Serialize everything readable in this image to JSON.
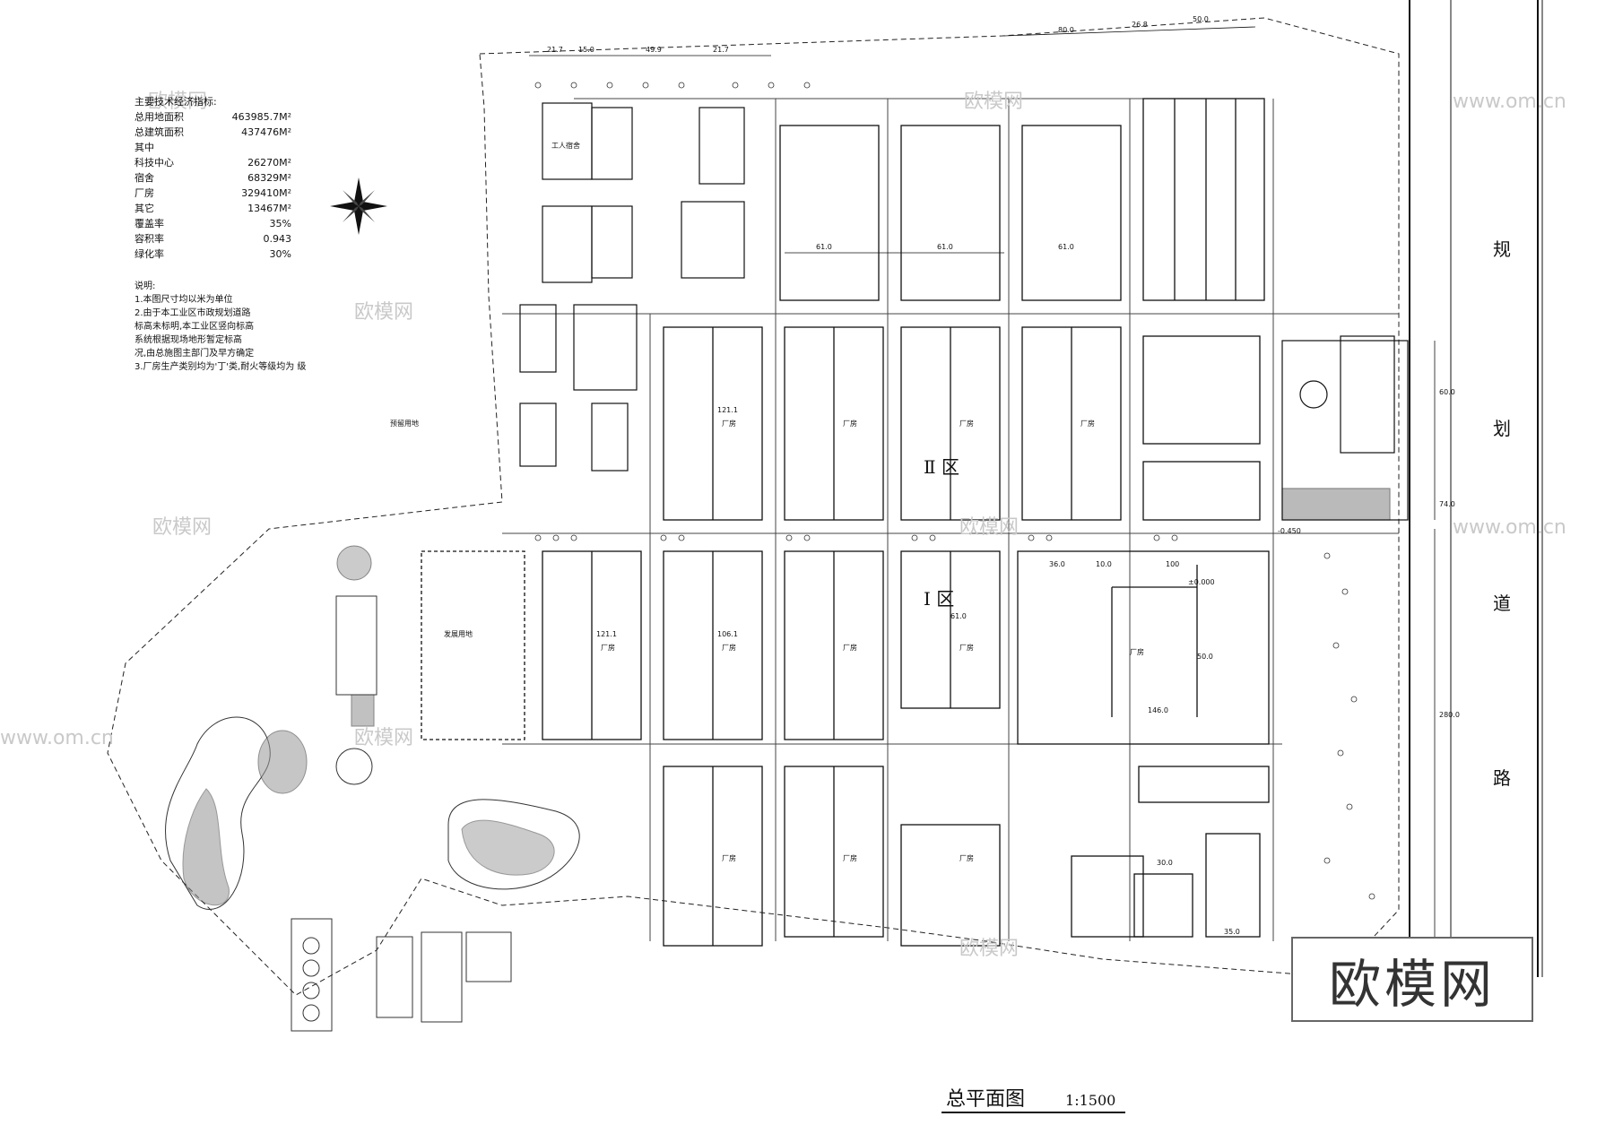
{
  "stats": {
    "heading": "主要技术经济指标:",
    "rows": [
      {
        "label": "总用地面积",
        "value": "463985.7M²"
      },
      {
        "label": "总建筑面积",
        "value": "437476M²"
      },
      {
        "label": "其中",
        "value": ""
      },
      {
        "label": "科技中心",
        "value": "26270M²"
      },
      {
        "label": "宿舍",
        "value": "68329M²"
      },
      {
        "label": "厂房",
        "value": "329410M²"
      },
      {
        "label": "其它",
        "value": "13467M²"
      },
      {
        "label": "覆盖率",
        "value": "35%"
      },
      {
        "label": "容积率",
        "value": "0.943"
      },
      {
        "label": "绿化率",
        "value": "30%"
      }
    ]
  },
  "notes": {
    "heading": "说明:",
    "lines": [
      "1.本图尺寸均以米为单位",
      "2.由于本工业区市政规划道路",
      "  标高未标明,本工业区竖向标高",
      "  系统根据现场地形暂定标高",
      "  况,由总施图主部门及早方确定",
      "3.厂房生产类别均为'丁'类,耐火等级均为  级"
    ]
  },
  "road": [
    "规",
    "划",
    "道",
    "路"
  ],
  "zones": {
    "zone2": "Ⅱ 区",
    "zone1": "Ⅰ 区"
  },
  "labels": {
    "factory": "厂房",
    "reserved": "预留用地",
    "dev_land": "发展用地",
    "dorm": "工人宿舍",
    "elevation_main": "±0.000",
    "elevation_side": "-0.450"
  },
  "dims": {
    "top": [
      "21.7",
      "15.0",
      "49.9",
      "21.7",
      "80.0",
      "26.8",
      "50.0"
    ],
    "cols": [
      "61.0",
      "61.0",
      "61.0",
      "61.0"
    ],
    "right": [
      "60.0",
      "74.0",
      "280.0"
    ],
    "row_heights": [
      "121.1",
      "121.1",
      "106.1"
    ],
    "block_d": [
      "36.0",
      "10.0",
      "100",
      "146.0",
      "50.0",
      "30.0",
      "35.0"
    ]
  },
  "title": {
    "text": "总平面图",
    "scale": "1:1500"
  },
  "watermarks": [
    "欧模网",
    "www.om.cn"
  ],
  "brand": "欧模网"
}
